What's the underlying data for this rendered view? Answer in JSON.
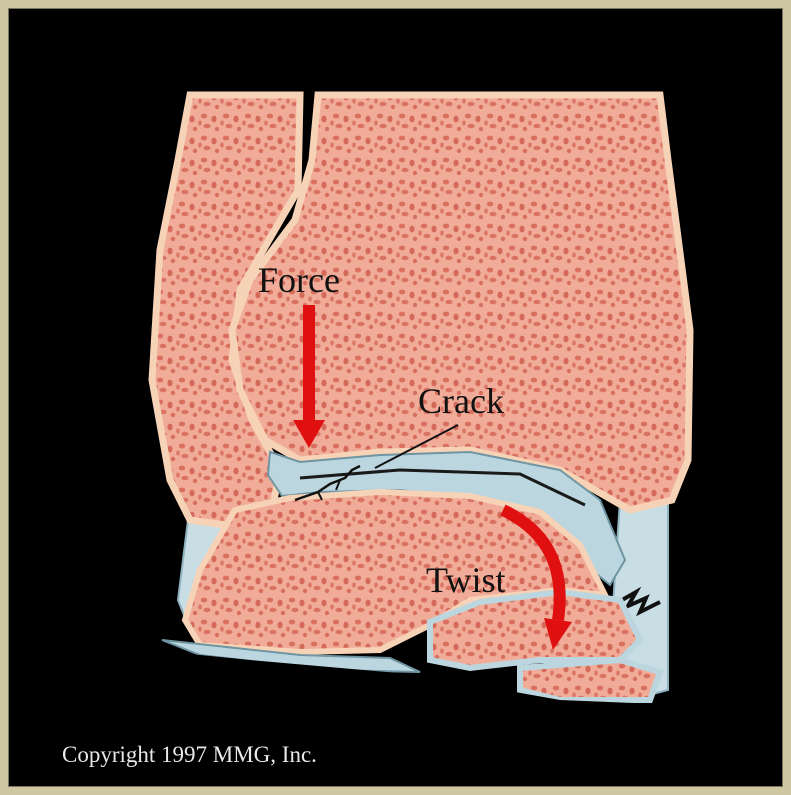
{
  "labels": {
    "force": "Force",
    "crack": "Crack",
    "twist": "Twist"
  },
  "copyright": "Copyright 1997 MMG, Inc.",
  "colors": {
    "bone": "#f2b2a0",
    "bone_edge": "#f4cfb0",
    "cartilage": "#b9d3dd",
    "arrow": "#e01010",
    "background": "#000000"
  }
}
